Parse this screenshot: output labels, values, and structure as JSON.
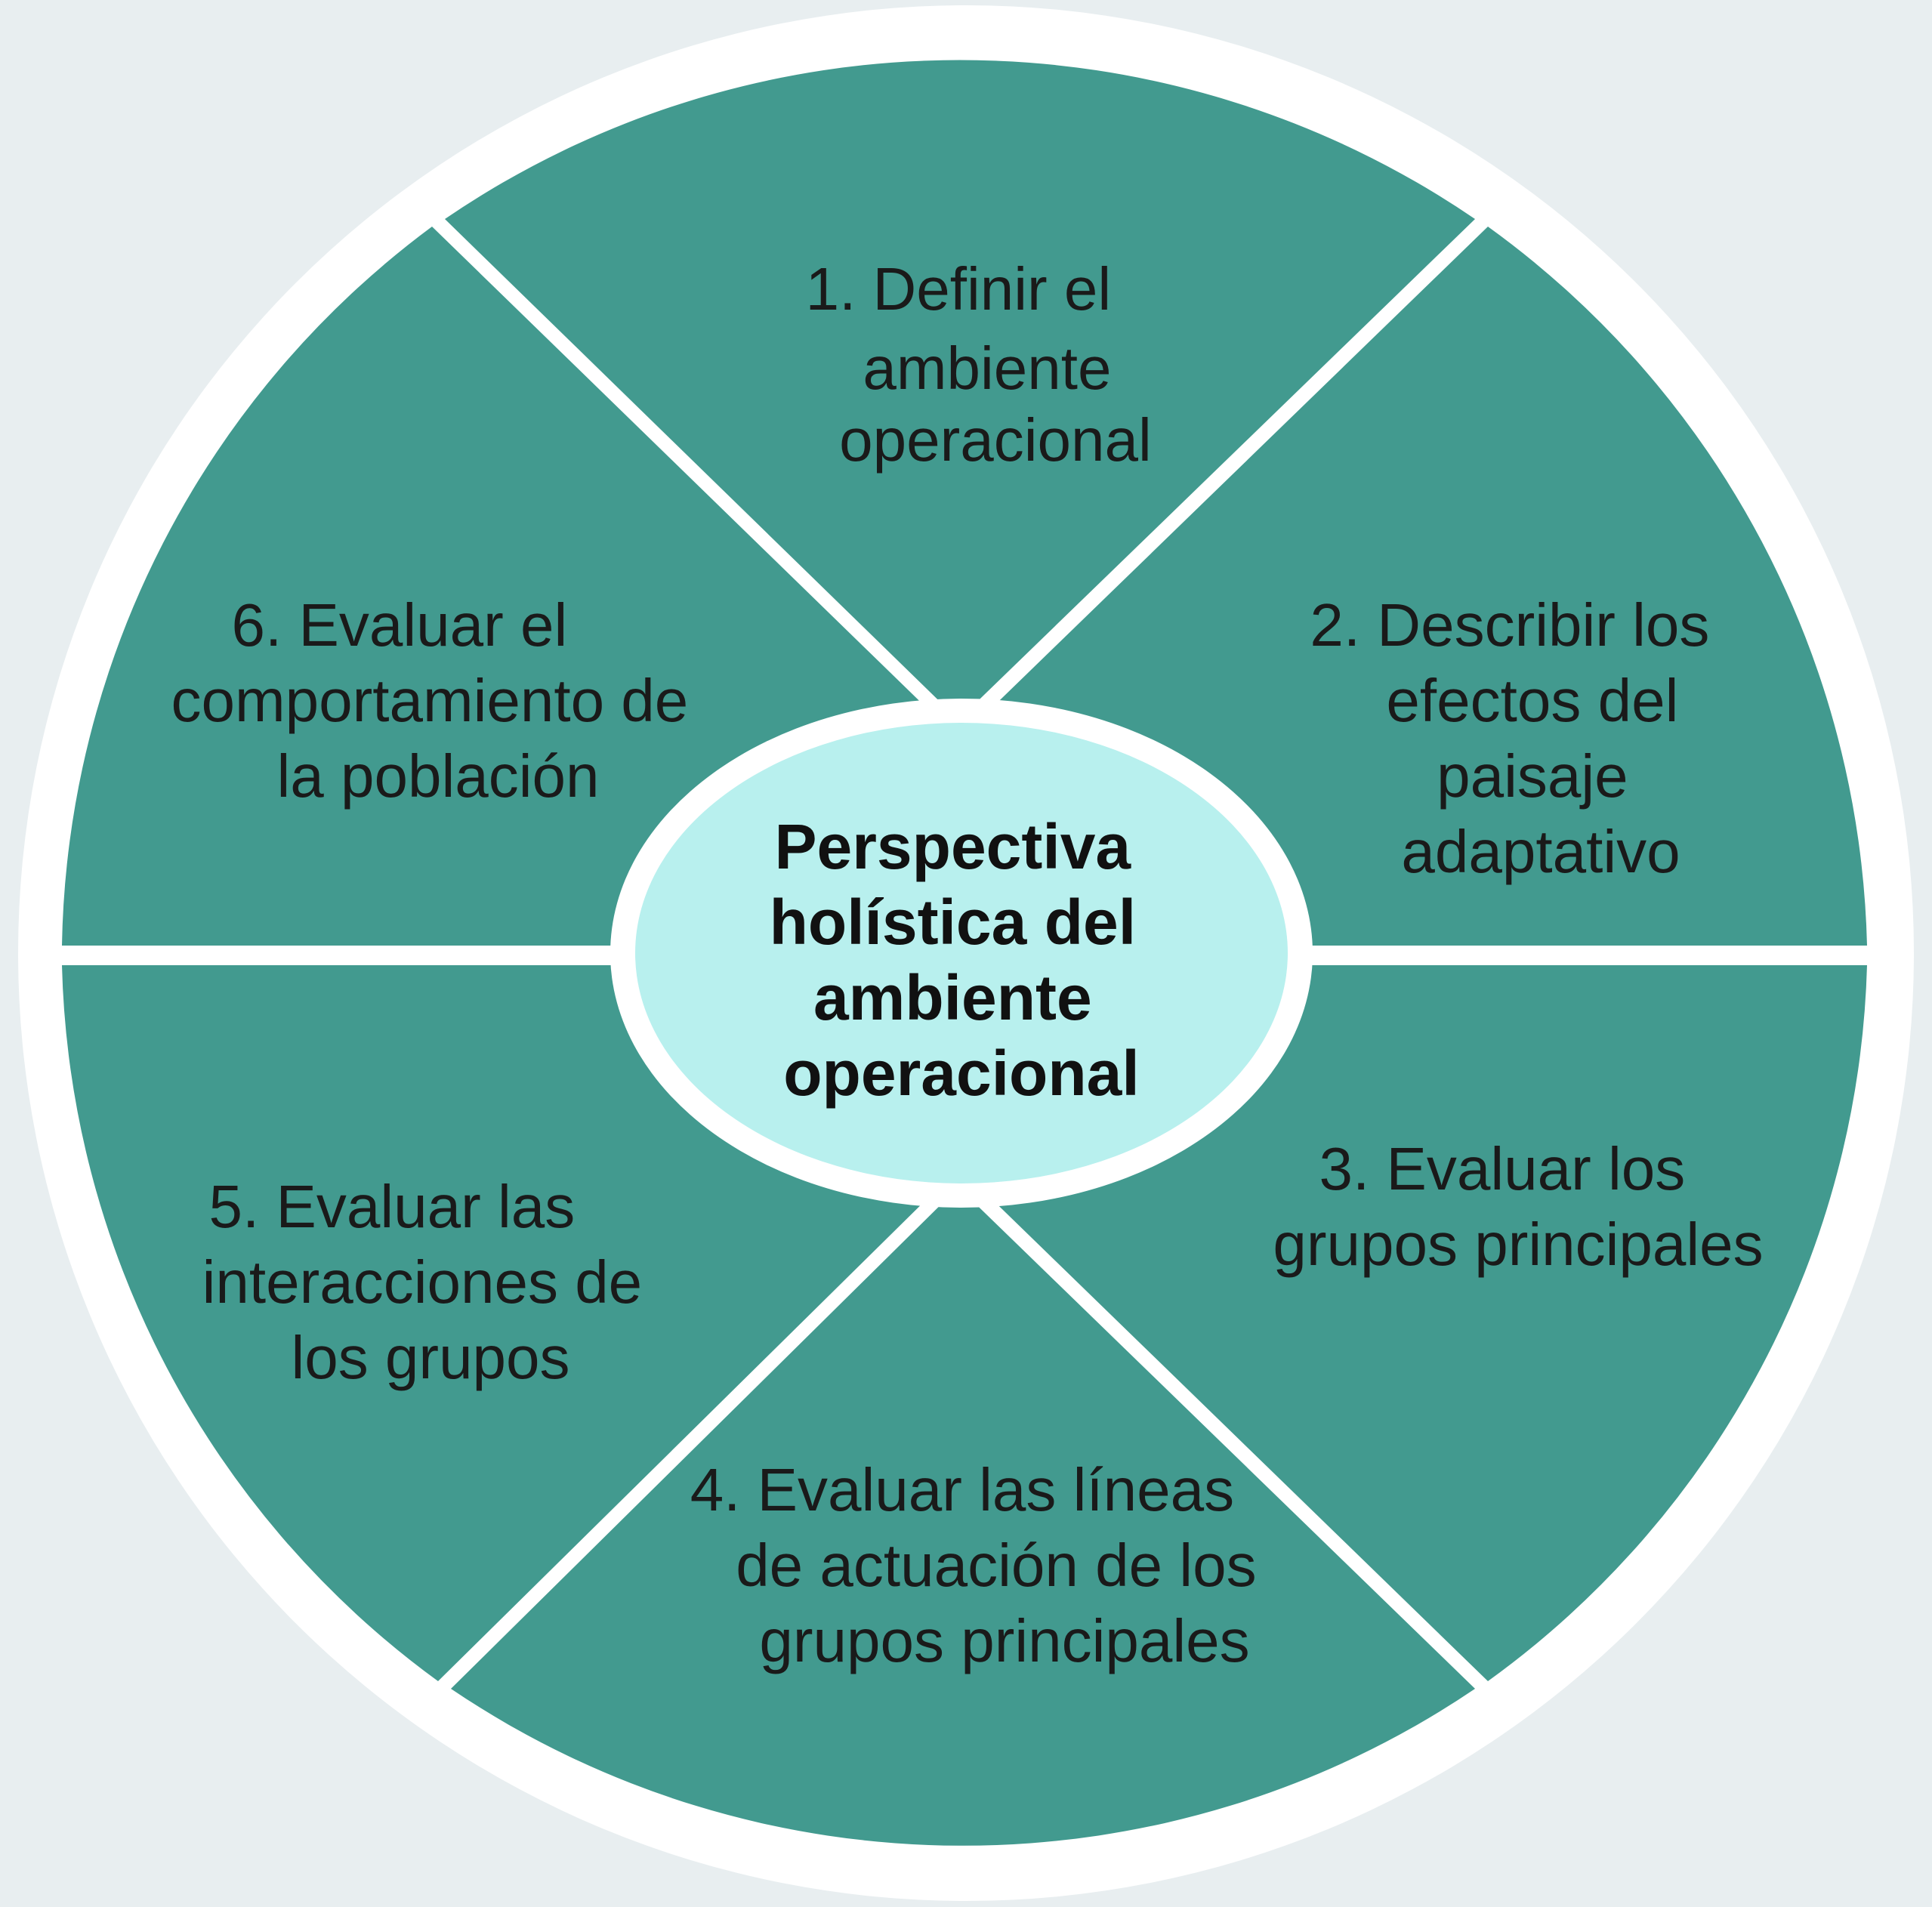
{
  "colors": {
    "background": "#e8eef0",
    "ring": "#ffffff",
    "segment": "#429a8f",
    "center_fill": "#b8f0ee",
    "center_border": "#ffffff",
    "text": "#1a1a1a"
  },
  "center": {
    "lines": [
      "Perspectiva",
      "holística del",
      "ambiente",
      "operacional"
    ]
  },
  "segments": [
    {
      "lines": [
        "1. Definir el",
        "ambiente",
        "operacional"
      ]
    },
    {
      "lines": [
        "2. Describir los",
        "efectos del",
        "paisaje",
        "adaptativo"
      ]
    },
    {
      "lines": [
        "3. Evaluar los",
        "grupos principales"
      ]
    },
    {
      "lines": [
        "4. Evaluar las líneas",
        "de actuación de los",
        "grupos principales"
      ]
    },
    {
      "lines": [
        "5. Evaluar las",
        "interacciones de",
        "los grupos"
      ]
    },
    {
      "lines": [
        "6. Evaluar el",
        "comportamiento de",
        "la población"
      ]
    }
  ]
}
